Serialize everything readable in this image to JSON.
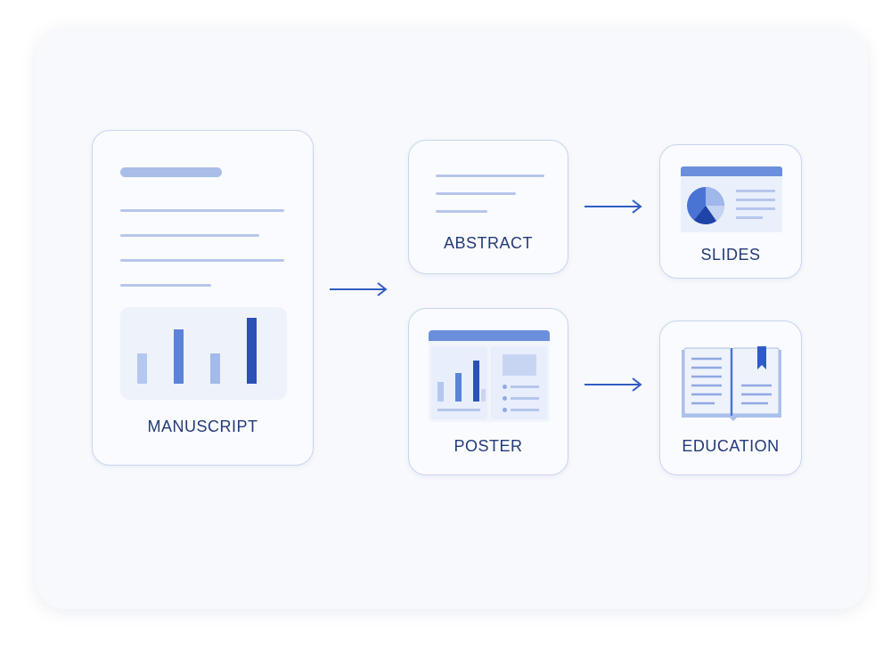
{
  "nodes": {
    "manuscript": {
      "label": "MANUSCRIPT"
    },
    "abstract": {
      "label": "ABSTRACT"
    },
    "poster": {
      "label": "POSTER"
    },
    "slides": {
      "label": "SLIDES"
    },
    "education": {
      "label": "EDUCATION"
    }
  },
  "colors": {
    "accent": "#2f5cc4",
    "accent_light": "#9fb7ea",
    "line": "#b6c6ec",
    "label": "#233a78",
    "card_border": "#c9d4ee",
    "panel_bg": "#f8f9fc"
  },
  "icons": {
    "arrow": "right-arrow-icon",
    "bar_chart": "bar-chart-icon",
    "pie_chart": "pie-chart-icon",
    "book": "open-book-icon"
  }
}
